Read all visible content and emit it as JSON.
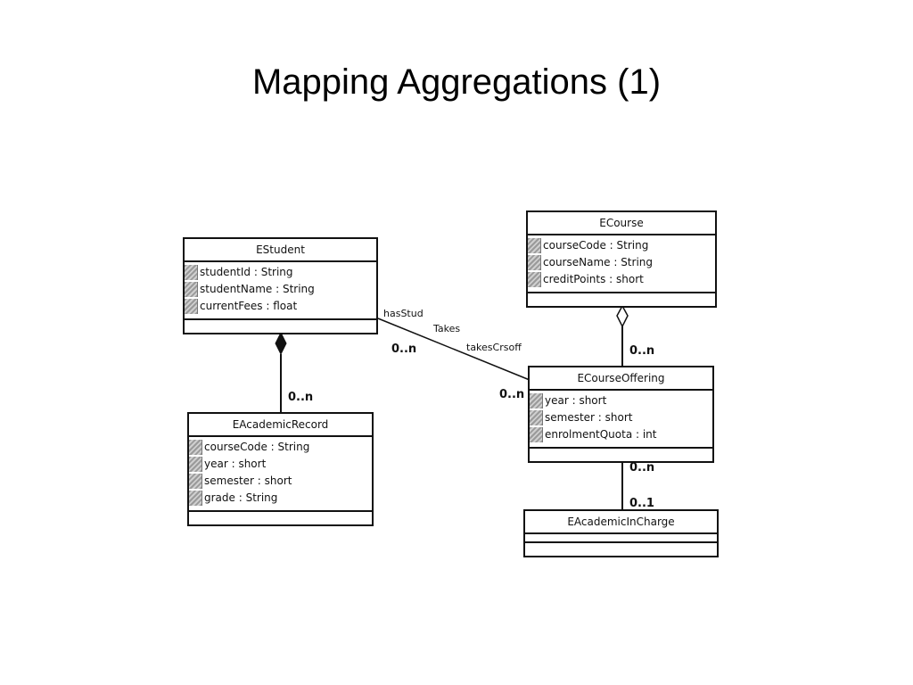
{
  "slide": {
    "title": "Mapping Aggregations (1)"
  },
  "classes": {
    "student": {
      "name": "EStudent",
      "attributes": [
        "studentId : String",
        "studentName : String",
        "currentFees : float"
      ]
    },
    "course": {
      "name": "ECourse",
      "attributes": [
        "courseCode : String",
        "courseName : String",
        "creditPoints : short"
      ]
    },
    "offering": {
      "name": "ECourseOffering",
      "attributes": [
        "year : short",
        "semester : short",
        "enrolmentQuota : int"
      ]
    },
    "record": {
      "name": "EAcademicRecord",
      "attributes": [
        "courseCode : String",
        "year : short",
        "semester : short",
        "grade : String"
      ]
    },
    "charge": {
      "name": "EAcademicInCharge",
      "attributes": []
    }
  },
  "associations": {
    "takes": {
      "role_source": "hasStud",
      "name": "Takes",
      "role_target": "takesCrsoff",
      "mult_source": "0..n",
      "mult_target": "0..n"
    },
    "composition": {
      "mult": "0..n"
    },
    "aggregation": {
      "mult": "0..n"
    },
    "incharge": {
      "mult_top": "0..n",
      "mult_bottom": "0..1"
    }
  },
  "icon_names": [
    "attribute-icon",
    "filled-diamond-icon",
    "hollow-diamond-icon"
  ]
}
